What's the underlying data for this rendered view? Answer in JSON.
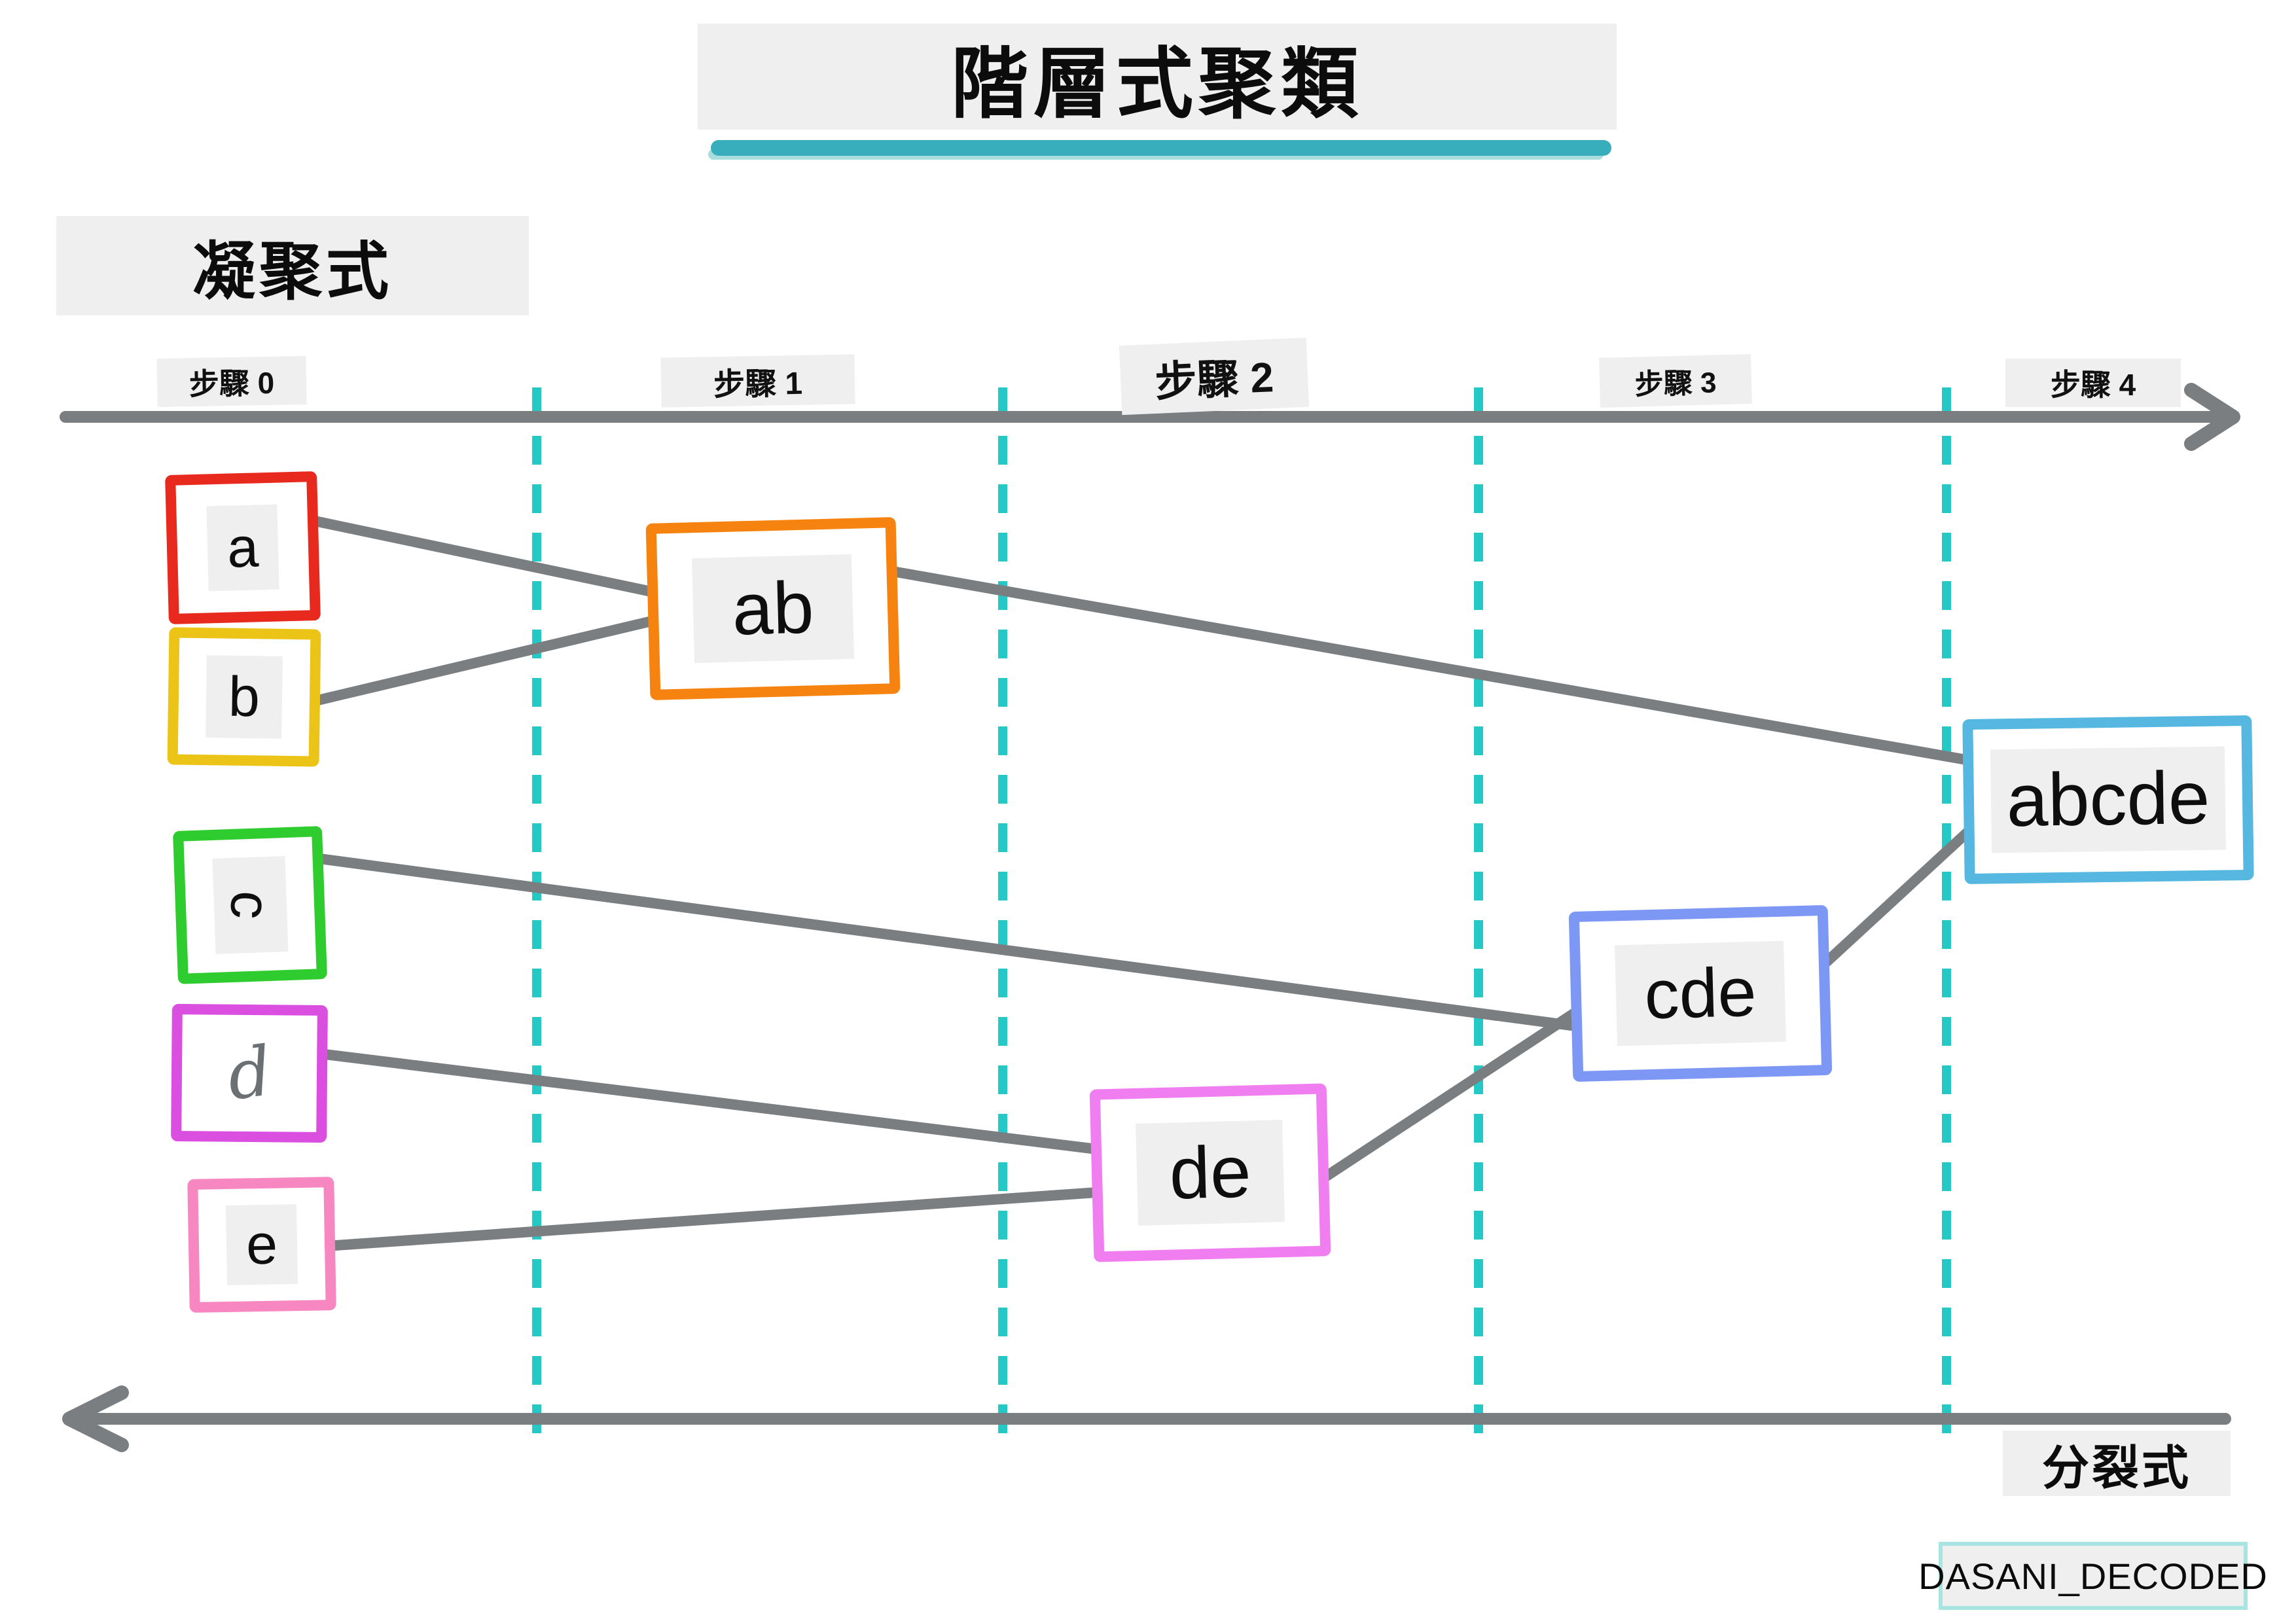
{
  "title": {
    "text": "階層式聚類"
  },
  "labels": {
    "agglomerative": "凝聚式",
    "divisive": "分裂式",
    "watermark": "DASANI_DECODED"
  },
  "steps": [
    {
      "label": "步驟 0"
    },
    {
      "label": "步驟 1"
    },
    {
      "label": "步驟 2"
    },
    {
      "label": "步驟 3"
    },
    {
      "label": "步驟 4"
    }
  ],
  "nodes": [
    {
      "id": "a",
      "label": "a",
      "border_color": "#e8291d"
    },
    {
      "id": "b",
      "label": "b",
      "border_color": "#ecc418"
    },
    {
      "id": "c",
      "label": "c",
      "border_color": "#2ecc2e"
    },
    {
      "id": "d",
      "label": "d",
      "border_color": "#da4ee0"
    },
    {
      "id": "e",
      "label": "e",
      "border_color": "#f787c0"
    },
    {
      "id": "ab",
      "label": "ab",
      "border_color": "#f6830f"
    },
    {
      "id": "de",
      "label": "de",
      "border_color": "#f07ef0"
    },
    {
      "id": "cde",
      "label": "cde",
      "border_color": "#7d97f5"
    },
    {
      "id": "abcde",
      "label": "abcde",
      "border_color": "#56b7e0"
    }
  ],
  "edges": [
    {
      "from": "a",
      "to": "ab"
    },
    {
      "from": "b",
      "to": "ab"
    },
    {
      "from": "ab",
      "to": "abcde"
    },
    {
      "from": "c",
      "to": "cde"
    },
    {
      "from": "d",
      "to": "de"
    },
    {
      "from": "e",
      "to": "de"
    },
    {
      "from": "de",
      "to": "cde"
    },
    {
      "from": "cde",
      "to": "abcde"
    }
  ],
  "colors": {
    "timeline_gray": "#7a7e81",
    "step_divider_teal": "#24c8c4",
    "title_underline": "#38adbb",
    "label_bg": "#efefef",
    "watermark_border": "#a8e4e0"
  }
}
